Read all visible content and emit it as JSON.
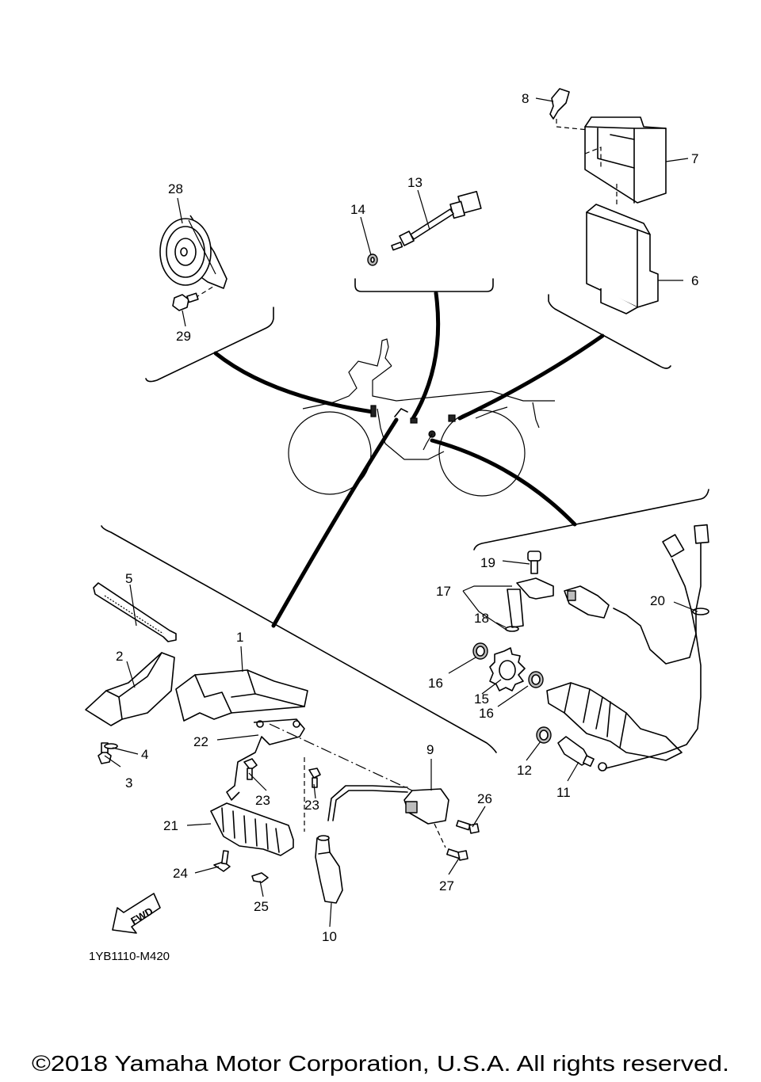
{
  "diagram": {
    "part_code": "1YB1110-M420",
    "fwd_label": "FWD",
    "copyright": "©2018 Yamaha Motor Corporation, U.S.A. All rights reserved.",
    "callouts": [
      "1",
      "2",
      "3",
      "4",
      "5",
      "6",
      "7",
      "8",
      "9",
      "10",
      "11",
      "12",
      "13",
      "14",
      "15",
      "16",
      "16",
      "17",
      "18",
      "19",
      "20",
      "21",
      "22",
      "23",
      "23",
      "24",
      "25",
      "26",
      "27",
      "28",
      "29"
    ]
  }
}
